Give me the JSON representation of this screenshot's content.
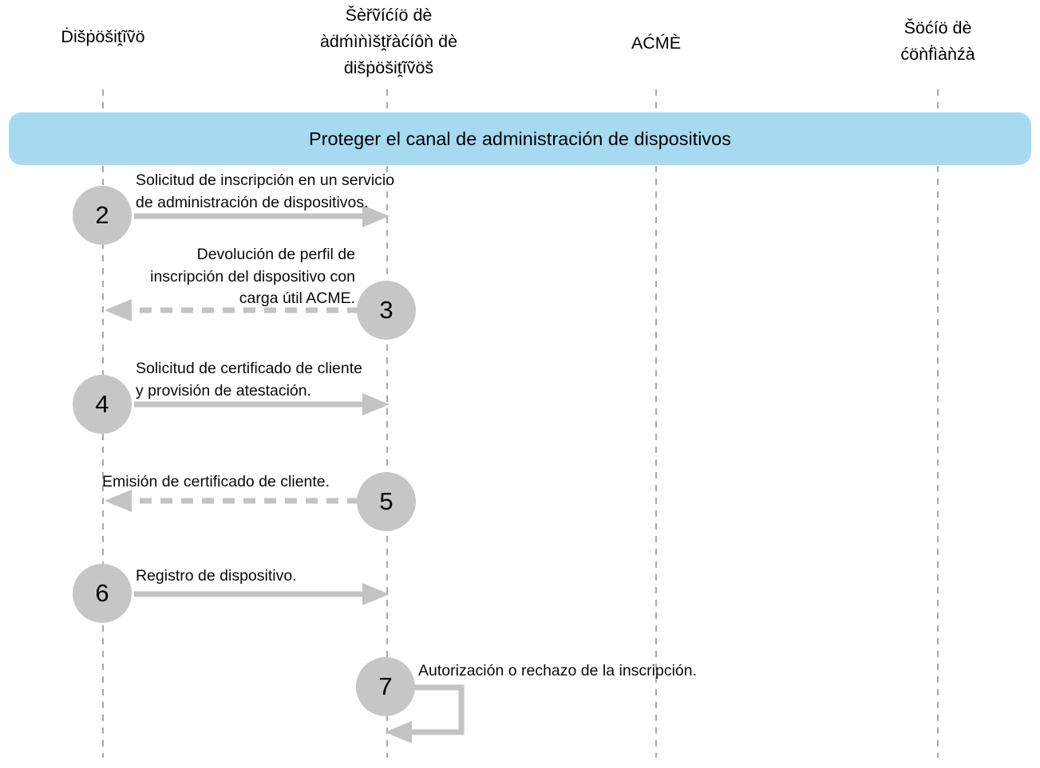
{
  "actors": [
    {
      "id": "dispositivo",
      "label": "Ḋišṗöšiṱĩṽö"
    },
    {
      "id": "servicio-administracion",
      "label": "Šèřṽíćíö ḋè\nàḋḿìǹìšṱřàćíôǹ ḋè\nḋišṗöšiṱĩṽöš"
    },
    {
      "id": "acme",
      "label": "AĆḾÈ"
    },
    {
      "id": "socio-confianza",
      "label": "Šöćíö ḋè\nćöǹḟìàǹźà"
    }
  ],
  "banner": {
    "label": "Proteger el canal de administración de dispositivos"
  },
  "steps": [
    {
      "number": "2",
      "text": "Solicitud de inscripción en un servicio\nde administración de dispositivos.",
      "from": "dispositivo",
      "to": "servicio-administracion",
      "line_style": "solid"
    },
    {
      "number": "3",
      "text": "Devolución de perfil de\ninscripción del dispositivo con\ncarga útil ACME.",
      "from": "servicio-administracion",
      "to": "dispositivo",
      "line_style": "dashed"
    },
    {
      "number": "4",
      "text": "Solicitud de certificado de cliente\ny provisión de atestación.",
      "from": "dispositivo",
      "to": "servicio-administracion",
      "line_style": "solid"
    },
    {
      "number": "5",
      "text": "Emisión de certificado de cliente.",
      "from": "servicio-administracion",
      "to": "dispositivo",
      "line_style": "dashed"
    },
    {
      "number": "6",
      "text": "Registro de dispositivo.",
      "from": "dispositivo",
      "to": "servicio-administracion",
      "line_style": "solid"
    },
    {
      "number": "7",
      "text": "Autorización o rechazo de la inscripción.",
      "from": "servicio-administracion",
      "to": "servicio-administracion",
      "line_style": "self-loop"
    }
  ],
  "colors": {
    "banner_bg": "#a6daf1",
    "circle_fill": "#c6c6c6",
    "arrow": "#c3c3c3",
    "lifeline": "#a9a9a9",
    "text": "#000000"
  }
}
